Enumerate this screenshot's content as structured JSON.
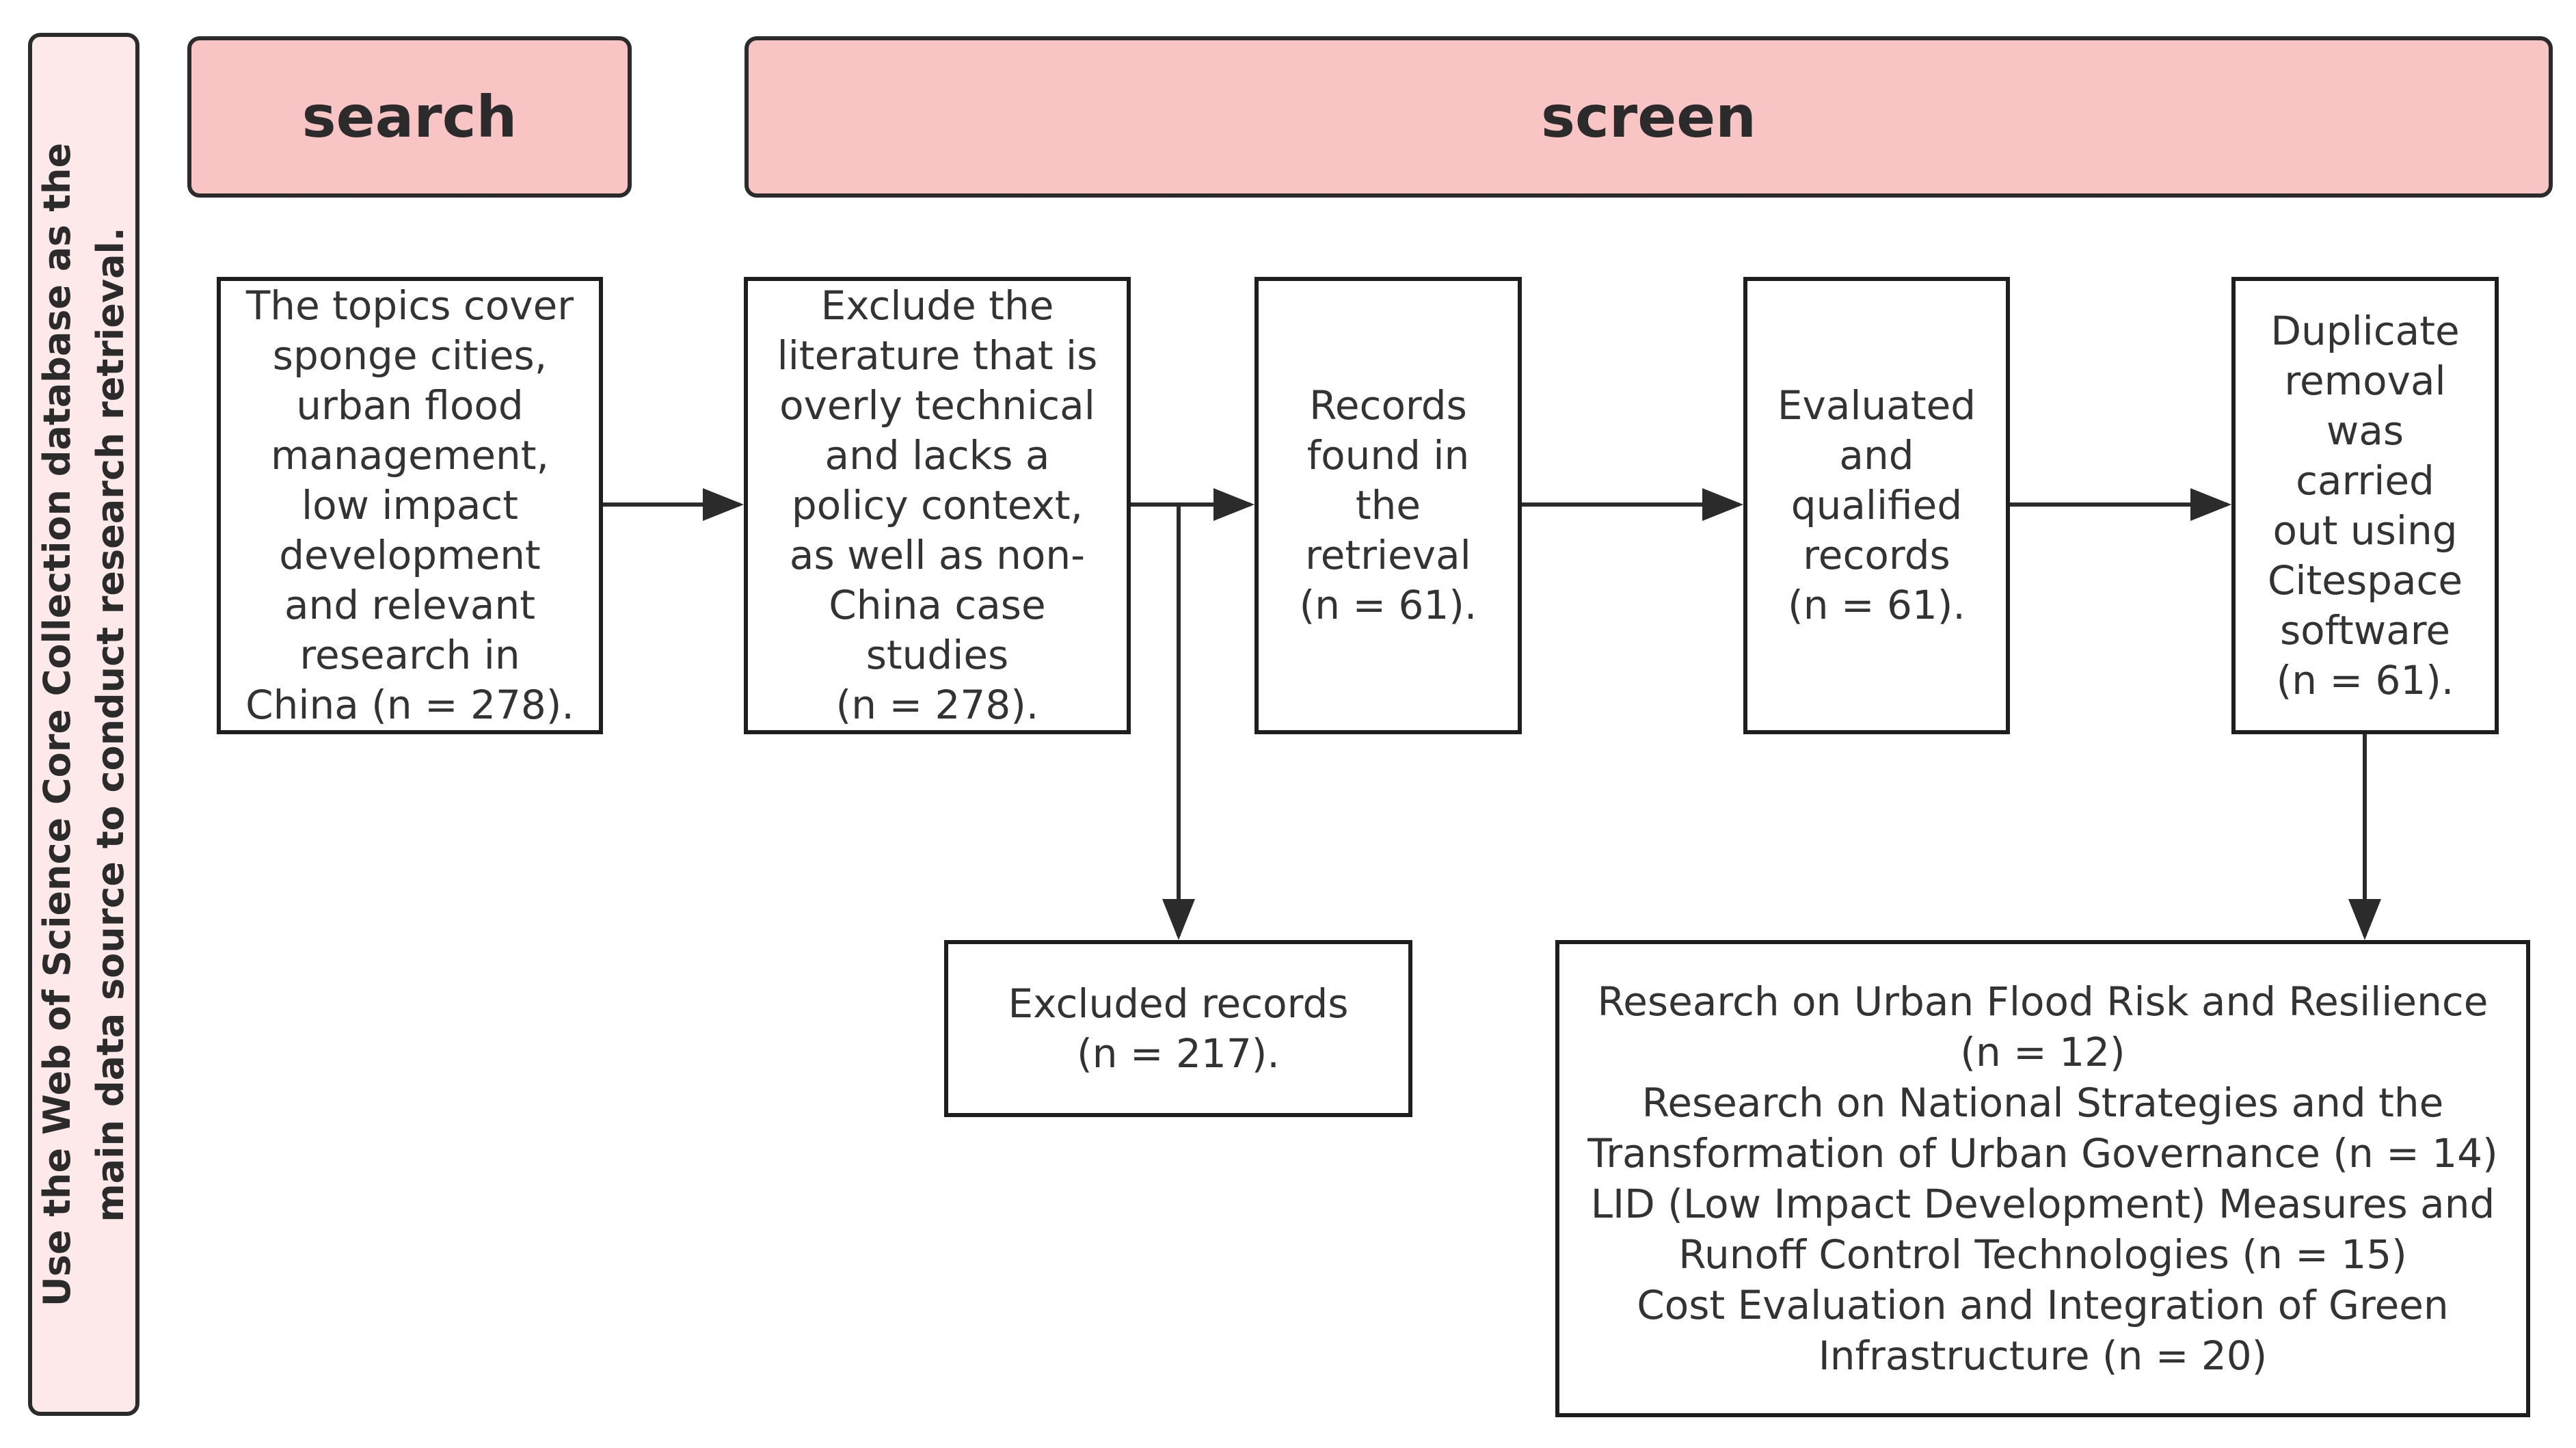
{
  "side_banner": {
    "text": "Use the Web of Science Core Collection database as the\nmain data source to conduct research retrieval."
  },
  "headers": {
    "search": "search",
    "screen": "screen"
  },
  "boxes": {
    "topics": "The topics cover\nsponge cities,\nurban flood\nmanagement,\nlow impact\ndevelopment\nand relevant\nresearch in\nChina (n = 278).",
    "exclude": "Exclude the\nliterature that is\noverly technical\nand lacks a\npolicy context,\nas well as non-\nChina case\nstudies\n(n = 278).",
    "records": "Records\nfound in\nthe\nretrieval\n(n = 61).",
    "evaluated": "Evaluated\nand\nqualified\nrecords\n(n = 61).",
    "duplicate": "Duplicate\nremoval\nwas\ncarried\nout using\nCitespace\nsoftware\n(n = 61).",
    "excluded": "Excluded records\n(n = 217).",
    "research": "Research on Urban Flood Risk and Resilience\n(n = 12)\nResearch on National Strategies and the\nTransformation of Urban Governance (n = 14)\nLID (Low Impact Development) Measures and\nRunoff Control Technologies (n = 15)\nCost Evaluation and Integration of Green\nInfrastructure (n = 20)"
  },
  "colors": {
    "header_fill": "#f9c4c4",
    "side_fill": "#fde9e9",
    "border": "#2b2b2b",
    "arrow": "#2b2b2b"
  }
}
